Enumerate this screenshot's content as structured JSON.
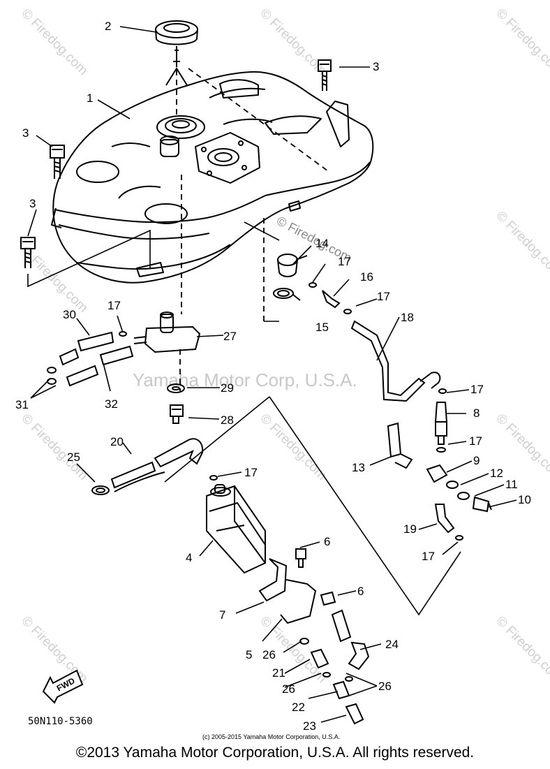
{
  "watermark": {
    "text": "© Firedog.com",
    "center": "Yamaha Motor Corp, U.S.A."
  },
  "callouts": [
    {
      "id": "1"
    },
    {
      "id": "2"
    },
    {
      "id": "3a",
      "label": "3"
    },
    {
      "id": "3b",
      "label": "3"
    },
    {
      "id": "3c",
      "label": "3"
    },
    {
      "id": "4"
    },
    {
      "id": "5"
    },
    {
      "id": "6a",
      "label": "6"
    },
    {
      "id": "6b",
      "label": "6"
    },
    {
      "id": "7"
    },
    {
      "id": "8"
    },
    {
      "id": "9"
    },
    {
      "id": "10"
    },
    {
      "id": "11"
    },
    {
      "id": "12"
    },
    {
      "id": "13"
    },
    {
      "id": "14"
    },
    {
      "id": "15"
    },
    {
      "id": "16"
    },
    {
      "id": "17"
    },
    {
      "id": "18"
    },
    {
      "id": "19"
    },
    {
      "id": "20"
    },
    {
      "id": "21"
    },
    {
      "id": "22"
    },
    {
      "id": "23"
    },
    {
      "id": "24"
    },
    {
      "id": "25"
    },
    {
      "id": "26"
    },
    {
      "id": "27"
    },
    {
      "id": "28"
    },
    {
      "id": "29"
    },
    {
      "id": "30"
    },
    {
      "id": "31"
    },
    {
      "id": "32"
    }
  ],
  "labels": {
    "l1": "1",
    "l2": "2",
    "l3": "3",
    "l4": "4",
    "l5": "5",
    "l6": "6",
    "l7": "7",
    "l8": "8",
    "l9": "9",
    "l10": "10",
    "l11": "11",
    "l12": "12",
    "l13": "13",
    "l14": "14",
    "l15": "15",
    "l16": "16",
    "l17": "17",
    "l18": "18",
    "l19": "19",
    "l20": "20",
    "l21": "21",
    "l22": "22",
    "l23": "23",
    "l24": "24",
    "l25": "25",
    "l26": "26",
    "l27": "27",
    "l28": "28",
    "l29": "29",
    "l30": "30",
    "l31": "31",
    "l32": "32"
  },
  "fwd_label": "FWD",
  "diagram_code": "50N110-5360",
  "small_copyright": "(c) 2005-2015 Yamaha Motor Corporation, U.S.A.",
  "footer": "©2013 Yamaha Motor Corporation, U.S.A. All rights reserved."
}
